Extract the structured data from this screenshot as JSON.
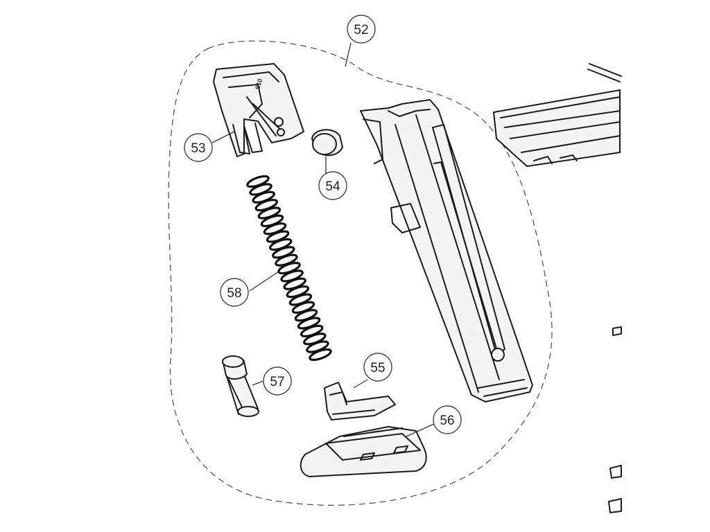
{
  "callouts": [
    {
      "id": "c52",
      "number": "52"
    },
    {
      "id": "c53",
      "number": "53"
    },
    {
      "id": "c54",
      "number": "54"
    },
    {
      "id": "c55",
      "number": "55"
    },
    {
      "id": "c56",
      "number": "56"
    },
    {
      "id": "c57",
      "number": "57"
    },
    {
      "id": "c58",
      "number": "58"
    }
  ],
  "parts": {
    "follower_marking": "S10",
    "colors": {
      "line": "#1a1a1a",
      "fill": "#f4f4f4",
      "background": "#ffffff"
    }
  }
}
